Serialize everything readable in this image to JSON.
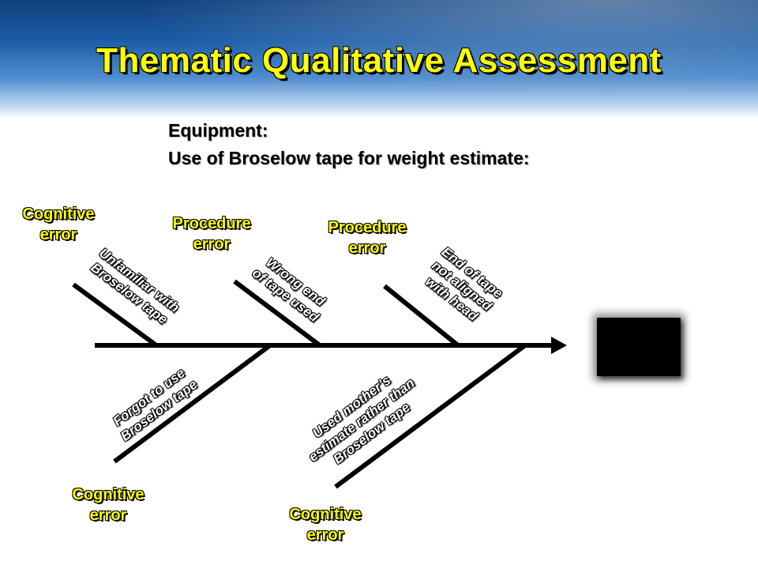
{
  "slide": {
    "title": "Thematic Qualitative Assessment",
    "subtitle_line1": "Equipment:",
    "subtitle_line2": "Use of Broselow tape for weight estimate:"
  },
  "fishbone": {
    "top_branches": [
      {
        "category": [
          "Cognitive",
          "error"
        ],
        "cause": [
          "Unfamiliar with",
          "Broselow tape"
        ]
      },
      {
        "category": [
          "Procedure",
          "error"
        ],
        "cause": [
          "Wrong end",
          "of tape used"
        ]
      },
      {
        "category": [
          "Procedure",
          "error"
        ],
        "cause": [
          "End of tape",
          "not aligned",
          "with head"
        ]
      }
    ],
    "bottom_branches": [
      {
        "category": [
          "Cognitive",
          "error"
        ],
        "cause": [
          "Forgot to use",
          "Broselow tape"
        ]
      },
      {
        "category": [
          "Cognitive",
          "error"
        ],
        "cause": [
          "Used mother’s",
          "estimate rather than",
          "Broselow tape"
        ]
      }
    ]
  },
  "colors": {
    "category_text": "#ffff00",
    "cause_text": "#ffffff",
    "effect_box": "#000000",
    "spine": "#000000"
  }
}
